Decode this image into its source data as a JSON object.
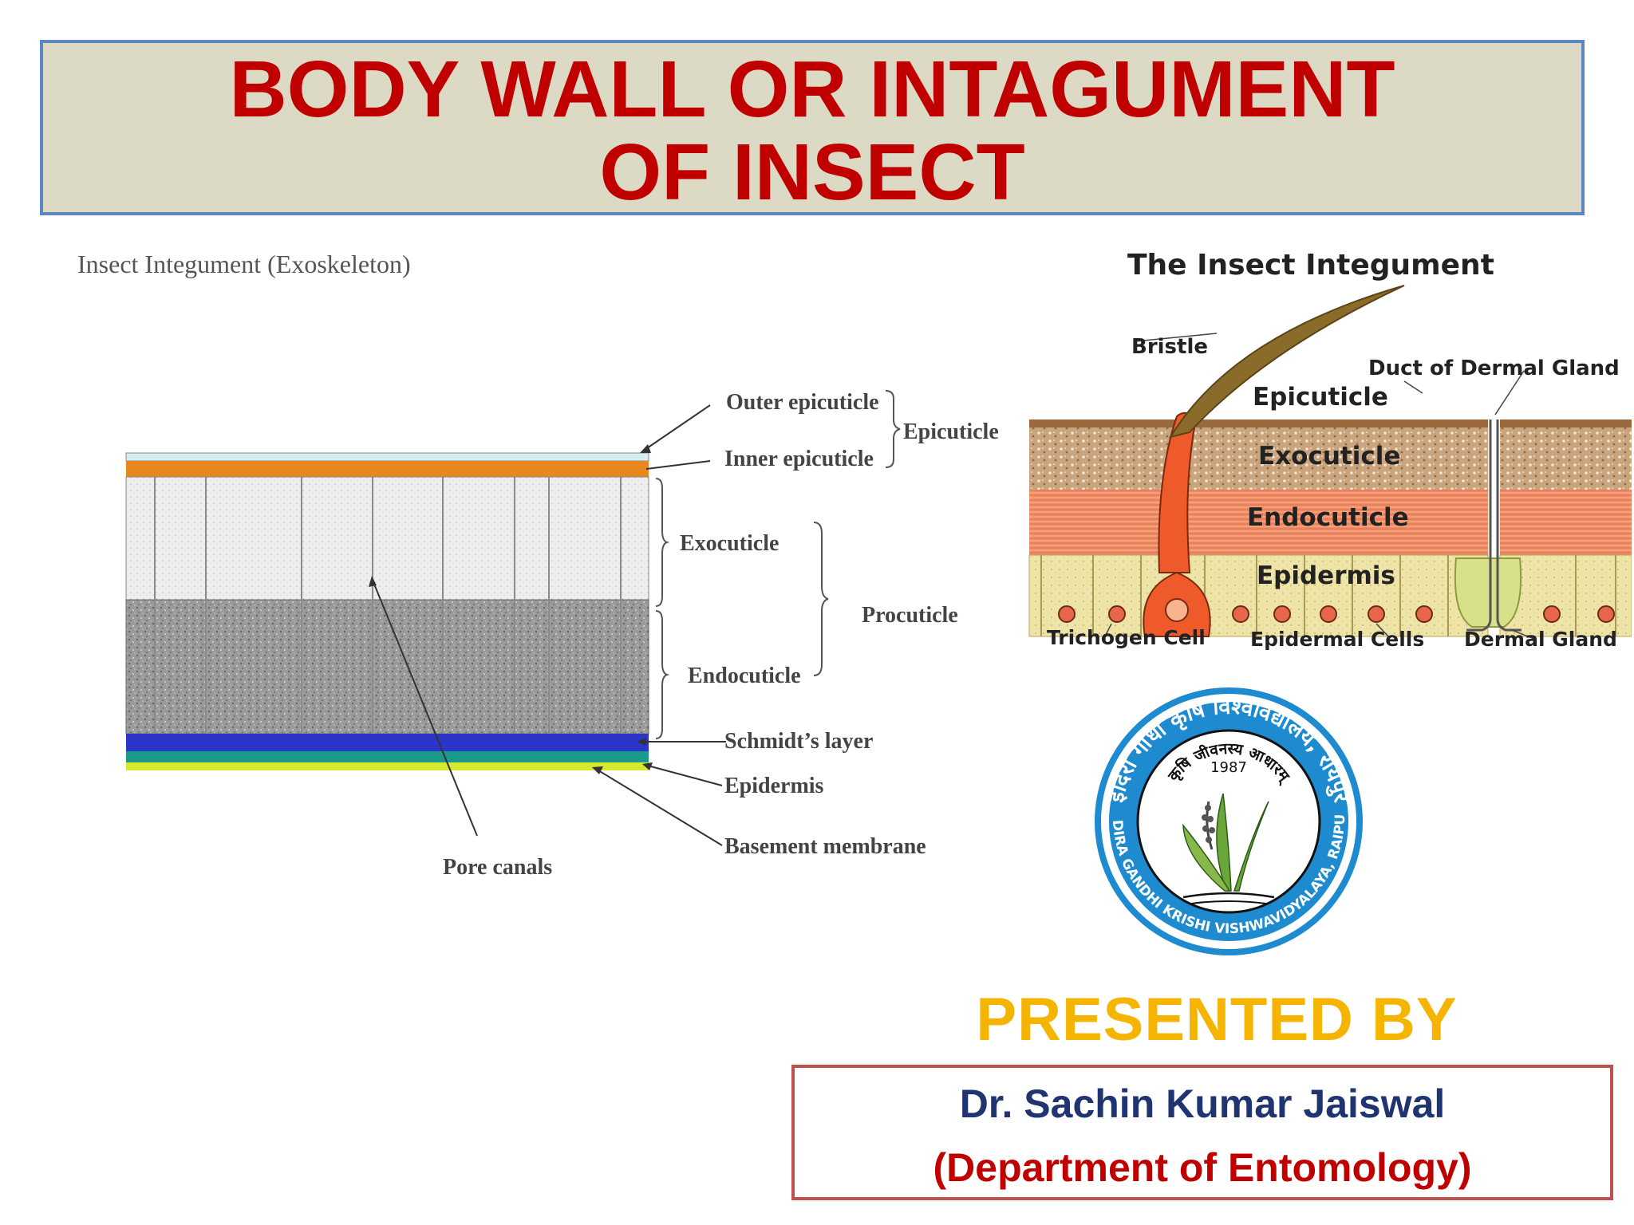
{
  "slide": {
    "title_line1": "BODY WALL OR INTAGUMENT",
    "title_line2": "OF INSECT",
    "title_color": "#c00000",
    "title_bg": "#dcd9c4",
    "border_color": "#5b88c2"
  },
  "left_diagram": {
    "caption": "Insect Integument (Exoskeleton)",
    "labels": {
      "outer_epicuticle": "Outer epicuticle",
      "inner_epicuticle": "Inner epicuticle",
      "epicuticle": "Epicuticle",
      "exocuticle": "Exocuticle",
      "procuticle": "Procuticle",
      "endocuticle": "Endocuticle",
      "schmidts_layer": "Schmidt’s layer",
      "epidermis": "Epidermis",
      "basement_membrane": "Basement membrane",
      "pore_canals": "Pore canals"
    },
    "colors": {
      "inner_epicuticle": "#e8871e",
      "schmidts_layer": "#2b35c8",
      "epidermis": "#1a9a8a",
      "basement_membrane": "#d8e830"
    }
  },
  "right_diagram": {
    "title": "The Insect Integument",
    "labels": {
      "bristle": "Bristle",
      "duct": "Duct of Dermal Gland",
      "epicuticle": "Epicuticle",
      "exocuticle": "Exocuticle",
      "endocuticle": "Endocuticle",
      "epidermis": "Epidermis",
      "trichogen_cell": "Trichogen Cell",
      "epidermal_cells": "Epidermal Cells",
      "dermal_gland": "Dermal Gland"
    }
  },
  "seal": {
    "outer_hindi": "इंदिरा गाँधी कृषि विश्वविद्यालय, रायपुर",
    "inner_hindi": "कृषि जीवनस्य आधारम्",
    "year": "1987",
    "english": "INDIRA GANDHI KRISHI VISHWAVIDYALAYA, RAIPUR"
  },
  "presenter": {
    "heading": "PRESENTED BY",
    "name": "Dr. Sachin Kumar Jaiswal",
    "department": "(Department of Entomology)"
  }
}
